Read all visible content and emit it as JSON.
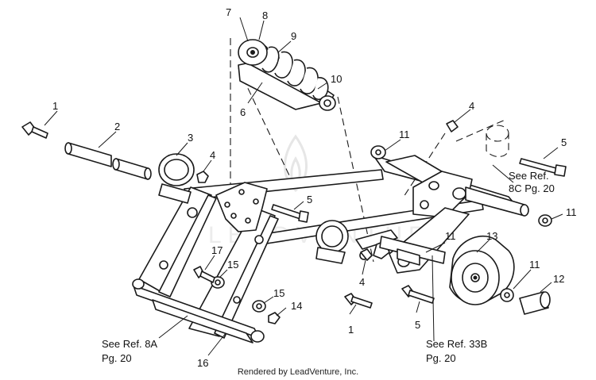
{
  "callouts": [
    {
      "id": "c1a",
      "text": "1"
    },
    {
      "id": "c1b",
      "text": "1"
    },
    {
      "id": "c2",
      "text": "2"
    },
    {
      "id": "c3",
      "text": "3"
    },
    {
      "id": "c4a",
      "text": "4"
    },
    {
      "id": "c4b",
      "text": "4"
    },
    {
      "id": "c4c",
      "text": "4"
    },
    {
      "id": "c5a",
      "text": "5"
    },
    {
      "id": "c5b",
      "text": "5"
    },
    {
      "id": "c5c",
      "text": "5"
    },
    {
      "id": "c6",
      "text": "6"
    },
    {
      "id": "c7",
      "text": "7"
    },
    {
      "id": "c8",
      "text": "8"
    },
    {
      "id": "c9",
      "text": "9"
    },
    {
      "id": "c10",
      "text": "10"
    },
    {
      "id": "c11a",
      "text": "11"
    },
    {
      "id": "c11b",
      "text": "11"
    },
    {
      "id": "c11c",
      "text": "11"
    },
    {
      "id": "c11d",
      "text": "11"
    },
    {
      "id": "c12",
      "text": "12"
    },
    {
      "id": "c13",
      "text": "13"
    },
    {
      "id": "c14",
      "text": "14"
    },
    {
      "id": "c15a",
      "text": "15"
    },
    {
      "id": "c15b",
      "text": "15"
    },
    {
      "id": "c16",
      "text": "16"
    },
    {
      "id": "c17",
      "text": "17"
    }
  ],
  "references": {
    "ref_8c": {
      "line1": "See Ref.",
      "line2": "8C Pg. 20"
    },
    "ref_8a": {
      "line1": "See Ref. 8A",
      "line2": "Pg. 20"
    },
    "ref_33b": {
      "line1": "See Ref. 33B",
      "line2": "Pg. 20"
    }
  },
  "footer": {
    "text": "Rendered by LeadVenture, Inc."
  },
  "watermark": {
    "text": "LEADVENTURE"
  }
}
